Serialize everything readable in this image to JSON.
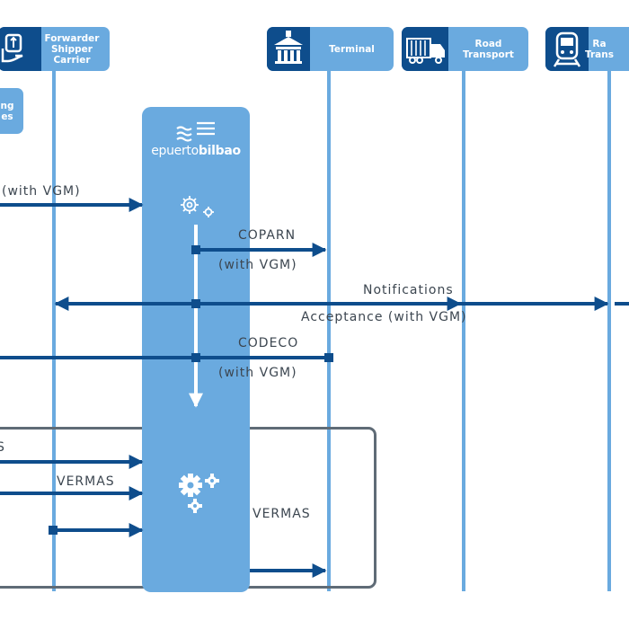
{
  "actors": {
    "forwarder": {
      "label_lines": [
        "Forwarder",
        "Shipper",
        "Carrier"
      ],
      "icon": "shipper-box-icon"
    },
    "partial_left": {
      "label_lines": [
        "ng",
        "es"
      ]
    },
    "terminal": {
      "label_lines": [
        "Terminal"
      ],
      "icon": "terminal-building-icon"
    },
    "road": {
      "label_lines": [
        "Road",
        "Transport"
      ],
      "icon": "truck-icon"
    },
    "rail": {
      "label_lines": [
        "Ra",
        "Trans"
      ],
      "icon": "train-icon"
    }
  },
  "platform": {
    "brand_prefix": "epuerto",
    "brand_suffix": "bilbao",
    "logo_icon": "waves-logo-icon"
  },
  "messages": {
    "with_vgm_top": "(with VGM)",
    "coparn": "COPARN",
    "coparn_sub": "(with VGM)",
    "notifications": "Notifications",
    "acceptance": "Acceptance (with VGM)",
    "codeco": "CODECO",
    "codeco_sub": "(with VGM)",
    "s_partial": "S",
    "vermas_left": "VERMAS",
    "vermas_right": "VERMAS"
  },
  "colors": {
    "light_blue": "#6aaadf",
    "dark_blue": "#0e4d8c",
    "frame_gray": "#5f6b76",
    "text": "#3c4650"
  }
}
